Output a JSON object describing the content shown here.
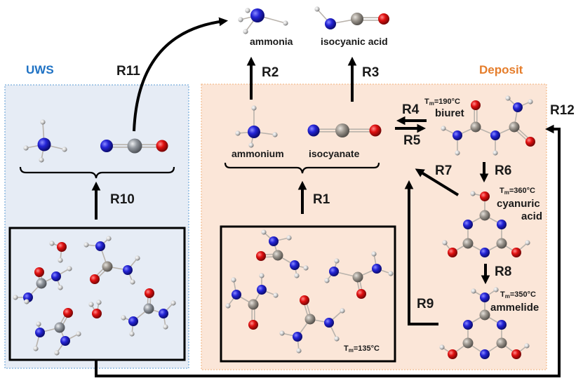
{
  "regions": {
    "uws": {
      "title": "UWS",
      "fill": "#e6ecf5",
      "border": "#5b9bd5"
    },
    "deposit": {
      "title": "Deposit",
      "fill": "#fbe6d8",
      "border": "#f0b07a"
    }
  },
  "reactions": {
    "R1": "R1",
    "R2": "R2",
    "R3": "R3",
    "R4": "R4",
    "R5": "R5",
    "R6": "R6",
    "R7": "R7",
    "R8": "R8",
    "R9": "R9",
    "R10": "R10",
    "R11": "R11",
    "R12": "R12"
  },
  "species": {
    "ammonia": "ammonia",
    "isocyanic_acid": "isocyanic acid",
    "ammonium": "ammonium",
    "isocyanate": "isocyanate",
    "biuret": {
      "name": "biuret",
      "tm_prefix": "T",
      "tm_sub": "m",
      "tm_value": "=190°C"
    },
    "cyanuric_acid": {
      "name_line1": "cyanuric",
      "name_line2": "acid",
      "tm_prefix": "T",
      "tm_sub": "m",
      "tm_value": "=360°C"
    },
    "ammelide": {
      "name": "ammelide",
      "tm_prefix": "T",
      "tm_sub": "m",
      "tm_value": "=350°C"
    },
    "urea": {
      "tm_prefix": "T",
      "tm_sub": "m",
      "tm_value": "=135°C"
    }
  },
  "atom_colors": {
    "N": "#2b2bd0",
    "C_deposit": "#9a948c",
    "C_uws": "#8c9096",
    "O": "#e0141a",
    "H": "#d8d8d8"
  }
}
